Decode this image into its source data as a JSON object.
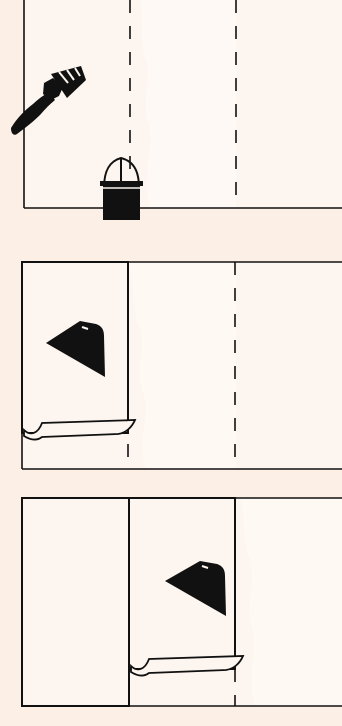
{
  "diagram": {
    "steps": [
      {
        "id": "step-1",
        "elements": [
          "paint-brush-icon",
          "paste-bucket-icon",
          "wall-panel",
          "vertical-guide-lines"
        ]
      },
      {
        "id": "step-2",
        "elements": [
          "wallpaper-strip",
          "smoothing-tool-icon",
          "curled-strip-edge",
          "vertical-guide-lines"
        ]
      },
      {
        "id": "step-3",
        "elements": [
          "hung-strip",
          "wallpaper-strip",
          "smoothing-tool-icon",
          "curled-strip-edge",
          "vertical-guide-line"
        ]
      }
    ],
    "colors": {
      "background": "#fcefe6",
      "wall": "#fdf5ef",
      "paste": "#fff8f1",
      "ink": "#111111"
    }
  }
}
